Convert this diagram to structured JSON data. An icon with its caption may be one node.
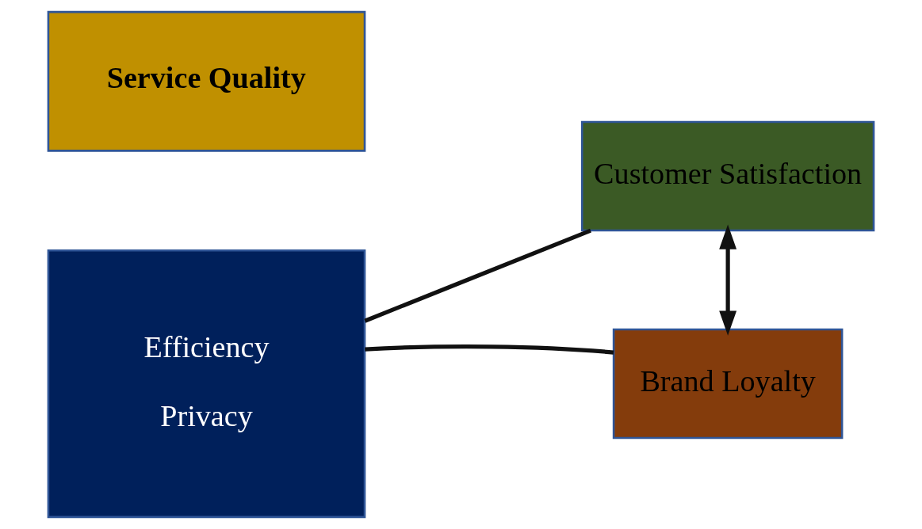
{
  "diagram": {
    "nodes": [
      {
        "text": [
          "Service Quality"
        ]
      },
      {
        "text": [
          "Efficiency",
          "Privacy"
        ]
      },
      {
        "text": [
          "Customer Satisfaction"
        ]
      },
      {
        "text": [
          "Brand Loyalty"
        ]
      }
    ],
    "edges": [
      {
        "from": 1,
        "to": 2,
        "arrow": "none"
      },
      {
        "from": 1,
        "to": 3,
        "arrow": "none"
      },
      {
        "from": 2,
        "to": 3,
        "arrow": "both"
      }
    ]
  }
}
